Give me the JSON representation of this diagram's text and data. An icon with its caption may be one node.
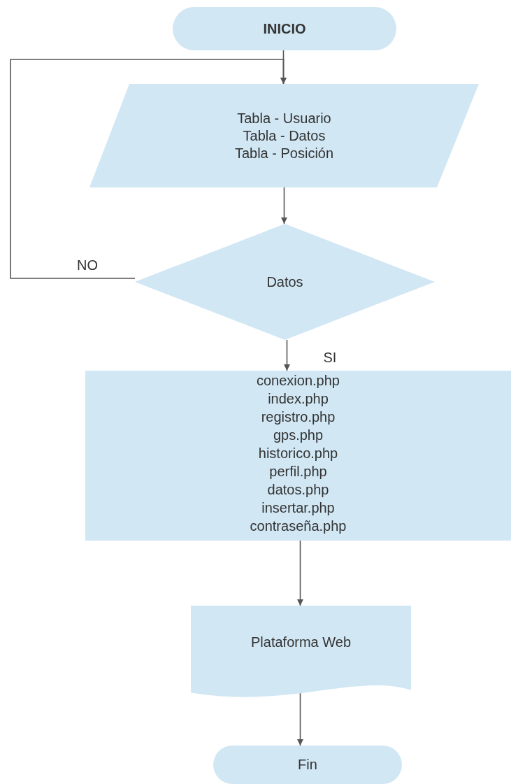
{
  "diagram": {
    "nodes": [
      {
        "text": [
          "INICIO"
        ]
      },
      {
        "text": [
          "Tabla - Usuario",
          "Tabla - Datos",
          "Tabla - Posición"
        ]
      },
      {
        "text": [
          "Datos"
        ]
      },
      {
        "text": [
          "conexion.php",
          "index.php",
          "registro.php",
          "gps.php",
          "historico.php",
          "perfil.php",
          "datos.php",
          "insertar.php",
          "contraseña.php"
        ]
      },
      {
        "text": [
          "Plataforma Web"
        ]
      },
      {
        "text": [
          "Fin"
        ]
      }
    ],
    "edges": [
      {
        "from": 0,
        "to": 1,
        "arrow": "to"
      },
      {
        "from": 1,
        "to": 2,
        "arrow": "to"
      },
      {
        "from": 2,
        "to": 3,
        "arrow": "to",
        "label": "SI"
      },
      {
        "from": 2,
        "to": 1,
        "arrow": "to",
        "label": "NO"
      },
      {
        "from": 3,
        "to": 4,
        "arrow": "to"
      },
      {
        "from": 4,
        "to": 5,
        "arrow": "to"
      }
    ]
  }
}
